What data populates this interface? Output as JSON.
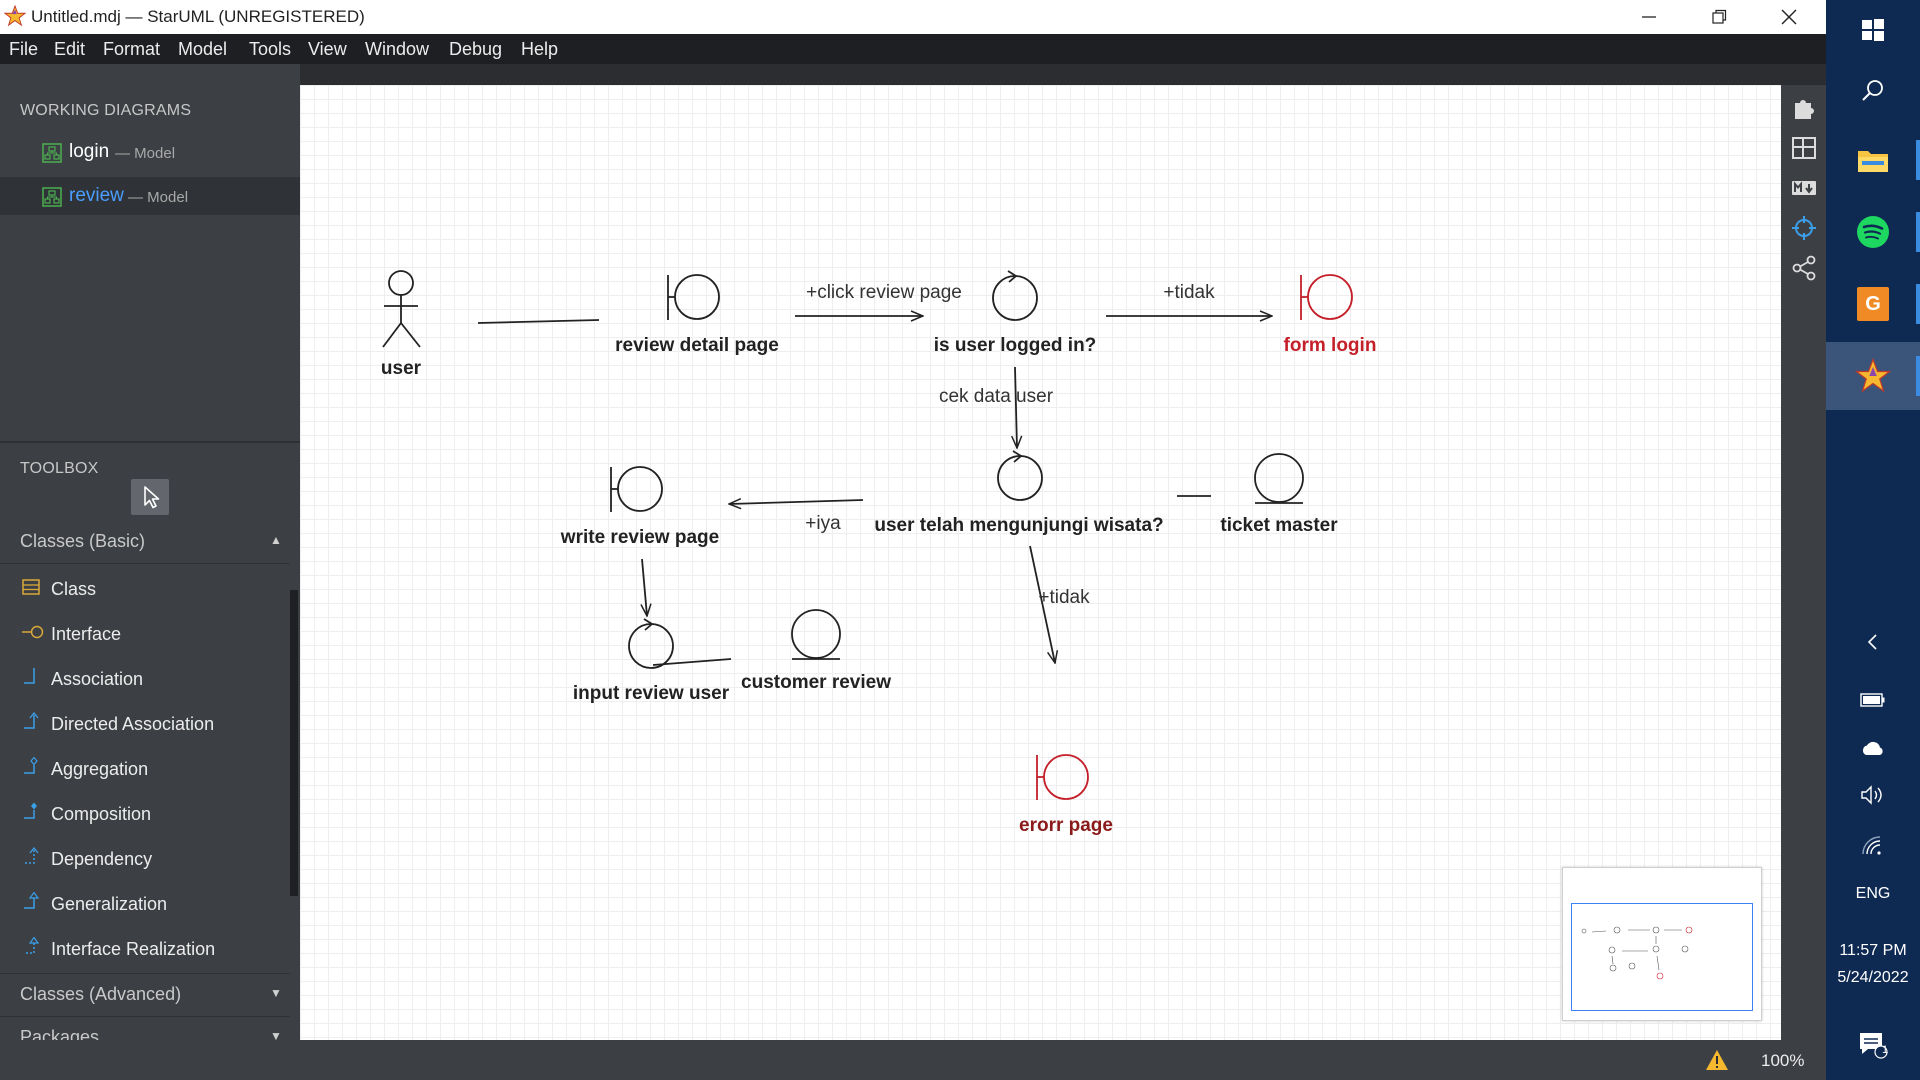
{
  "window": {
    "title": "Untitled.mdj — StarUML (UNREGISTERED)",
    "minimize_icon": "minimize-icon",
    "maximize_icon": "restore-icon",
    "close_icon": "close-icon"
  },
  "menu": [
    "File",
    "Edit",
    "Format",
    "Model",
    "Tools",
    "View",
    "Window",
    "Debug",
    "Help"
  ],
  "sidebar": {
    "working_diagrams_title": "WORKING DIAGRAMS",
    "diagrams": [
      {
        "name": "login",
        "suffix": "— Model",
        "active": false
      },
      {
        "name": "review",
        "suffix": "— Model",
        "active": true
      }
    ],
    "toolbox_title": "TOOLBOX",
    "categories": {
      "basic": "Classes (Basic)",
      "advanced": "Classes (Advanced)",
      "packages": "Packages"
    },
    "tools": [
      "Class",
      "Interface",
      "Association",
      "Directed Association",
      "Aggregation",
      "Composition",
      "Dependency",
      "Generalization",
      "Interface Realization"
    ]
  },
  "diagram": {
    "nodes": {
      "user": "user",
      "review_detail": "review detail page",
      "logged_in": "is user logged in?",
      "form_login": "form login",
      "write_review": "write review page",
      "visited": "user telah mengunjungi wisata?",
      "ticket_master": "ticket master",
      "input_review": "input review user",
      "customer_review": "customer review",
      "error_page": "erorr page"
    },
    "edges": {
      "click_review": "+click review page",
      "tidak_top": "+tidak",
      "cek_data": "cek data user",
      "iya": "+iya",
      "tidak_bottom": "+tidak"
    },
    "colors": {
      "error": "#c5202a",
      "line": "#222222"
    }
  },
  "right_tools": [
    "extensions-icon",
    "layout-icon",
    "markdown-icon",
    "navigate-icon",
    "share-icon"
  ],
  "status": {
    "zoom": "100%",
    "warning_icon": "warning-icon"
  },
  "taskbar": {
    "time": "11:57 PM",
    "date": "5/24/2022",
    "lang": "ENG",
    "notifications": "1"
  }
}
